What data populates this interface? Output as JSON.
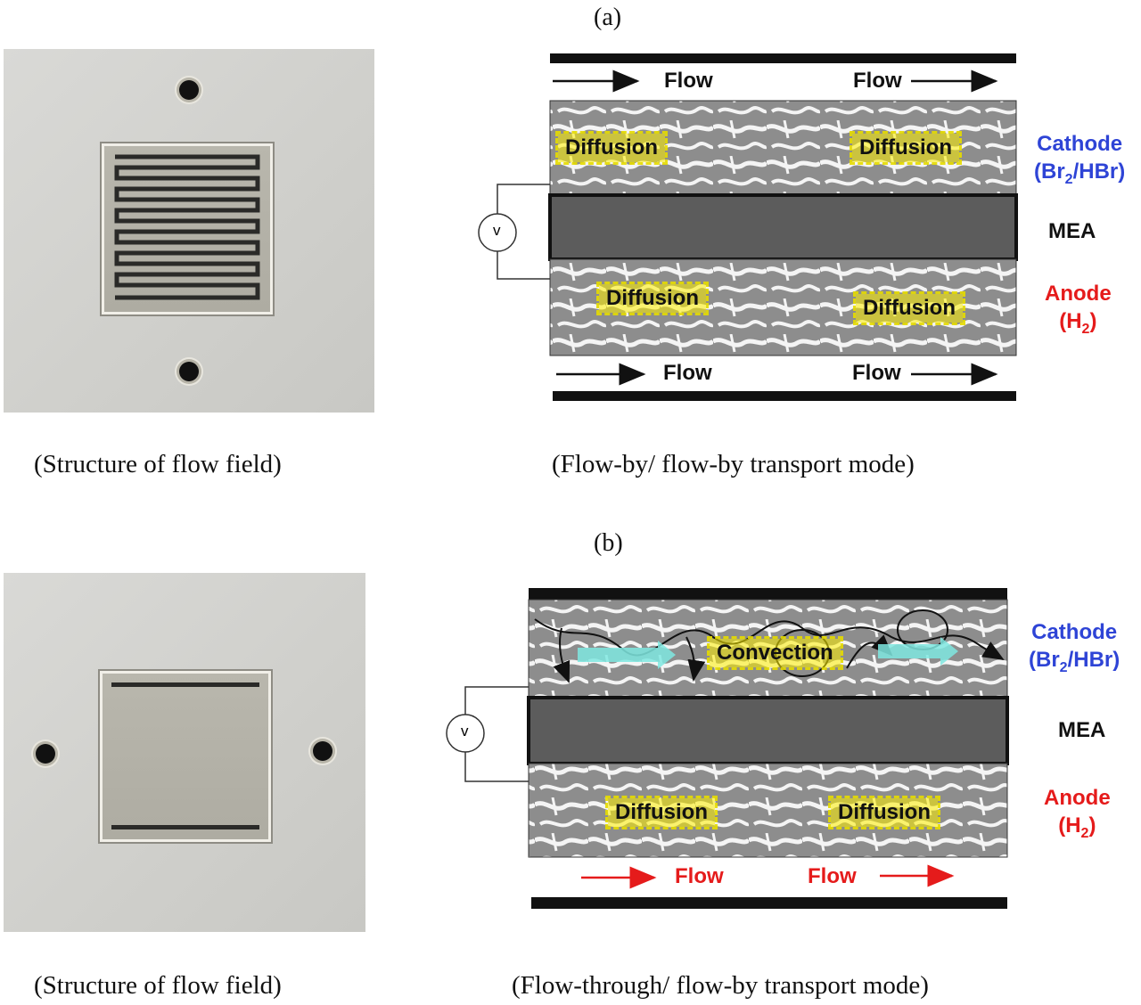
{
  "panel_a": {
    "label": "(a)",
    "photo_caption": "(Structure of flow field)",
    "diagram_caption": "(Flow-by/ flow-by transport mode)",
    "top_flow_left": "Flow",
    "top_flow_right": "Flow",
    "top_region_left": "Diffusion",
    "top_region_right": "Diffusion",
    "bottom_region_left": "Diffusion",
    "bottom_region_right": "Diffusion",
    "bottom_flow_left": "Flow",
    "bottom_flow_right": "Flow",
    "voltmeter": "v",
    "cathode_line1": "Cathode",
    "cathode_br": "(Br",
    "cathode_sub": "2",
    "cathode_rest": "/HBr)",
    "mea": "MEA",
    "anode_line1": "Anode",
    "anode_h": "(H",
    "anode_sub": "2",
    "anode_rest": ")"
  },
  "panel_b": {
    "label": "(b)",
    "photo_caption": "(Structure of flow field)",
    "diagram_caption": "(Flow-through/ flow-by transport mode)",
    "top_region": "Convection",
    "bottom_region_left": "Diffusion",
    "bottom_region_right": "Diffusion",
    "bottom_flow_left": "Flow",
    "bottom_flow_right": "Flow",
    "voltmeter": "v",
    "cathode_line1": "Cathode",
    "cathode_br": "(Br",
    "cathode_sub": "2",
    "cathode_rest": "/HBr)",
    "mea": "MEA",
    "anode_line1": "Anode",
    "anode_h": "(H",
    "anode_sub": "2",
    "anode_rest": ")"
  },
  "colors": {
    "cathode": "#2e44d6",
    "anode": "#e51b1b",
    "highlight": "#fff000",
    "convection_arrow": "#7fe8e0",
    "flow_arrow_b": "#e51b1b"
  }
}
